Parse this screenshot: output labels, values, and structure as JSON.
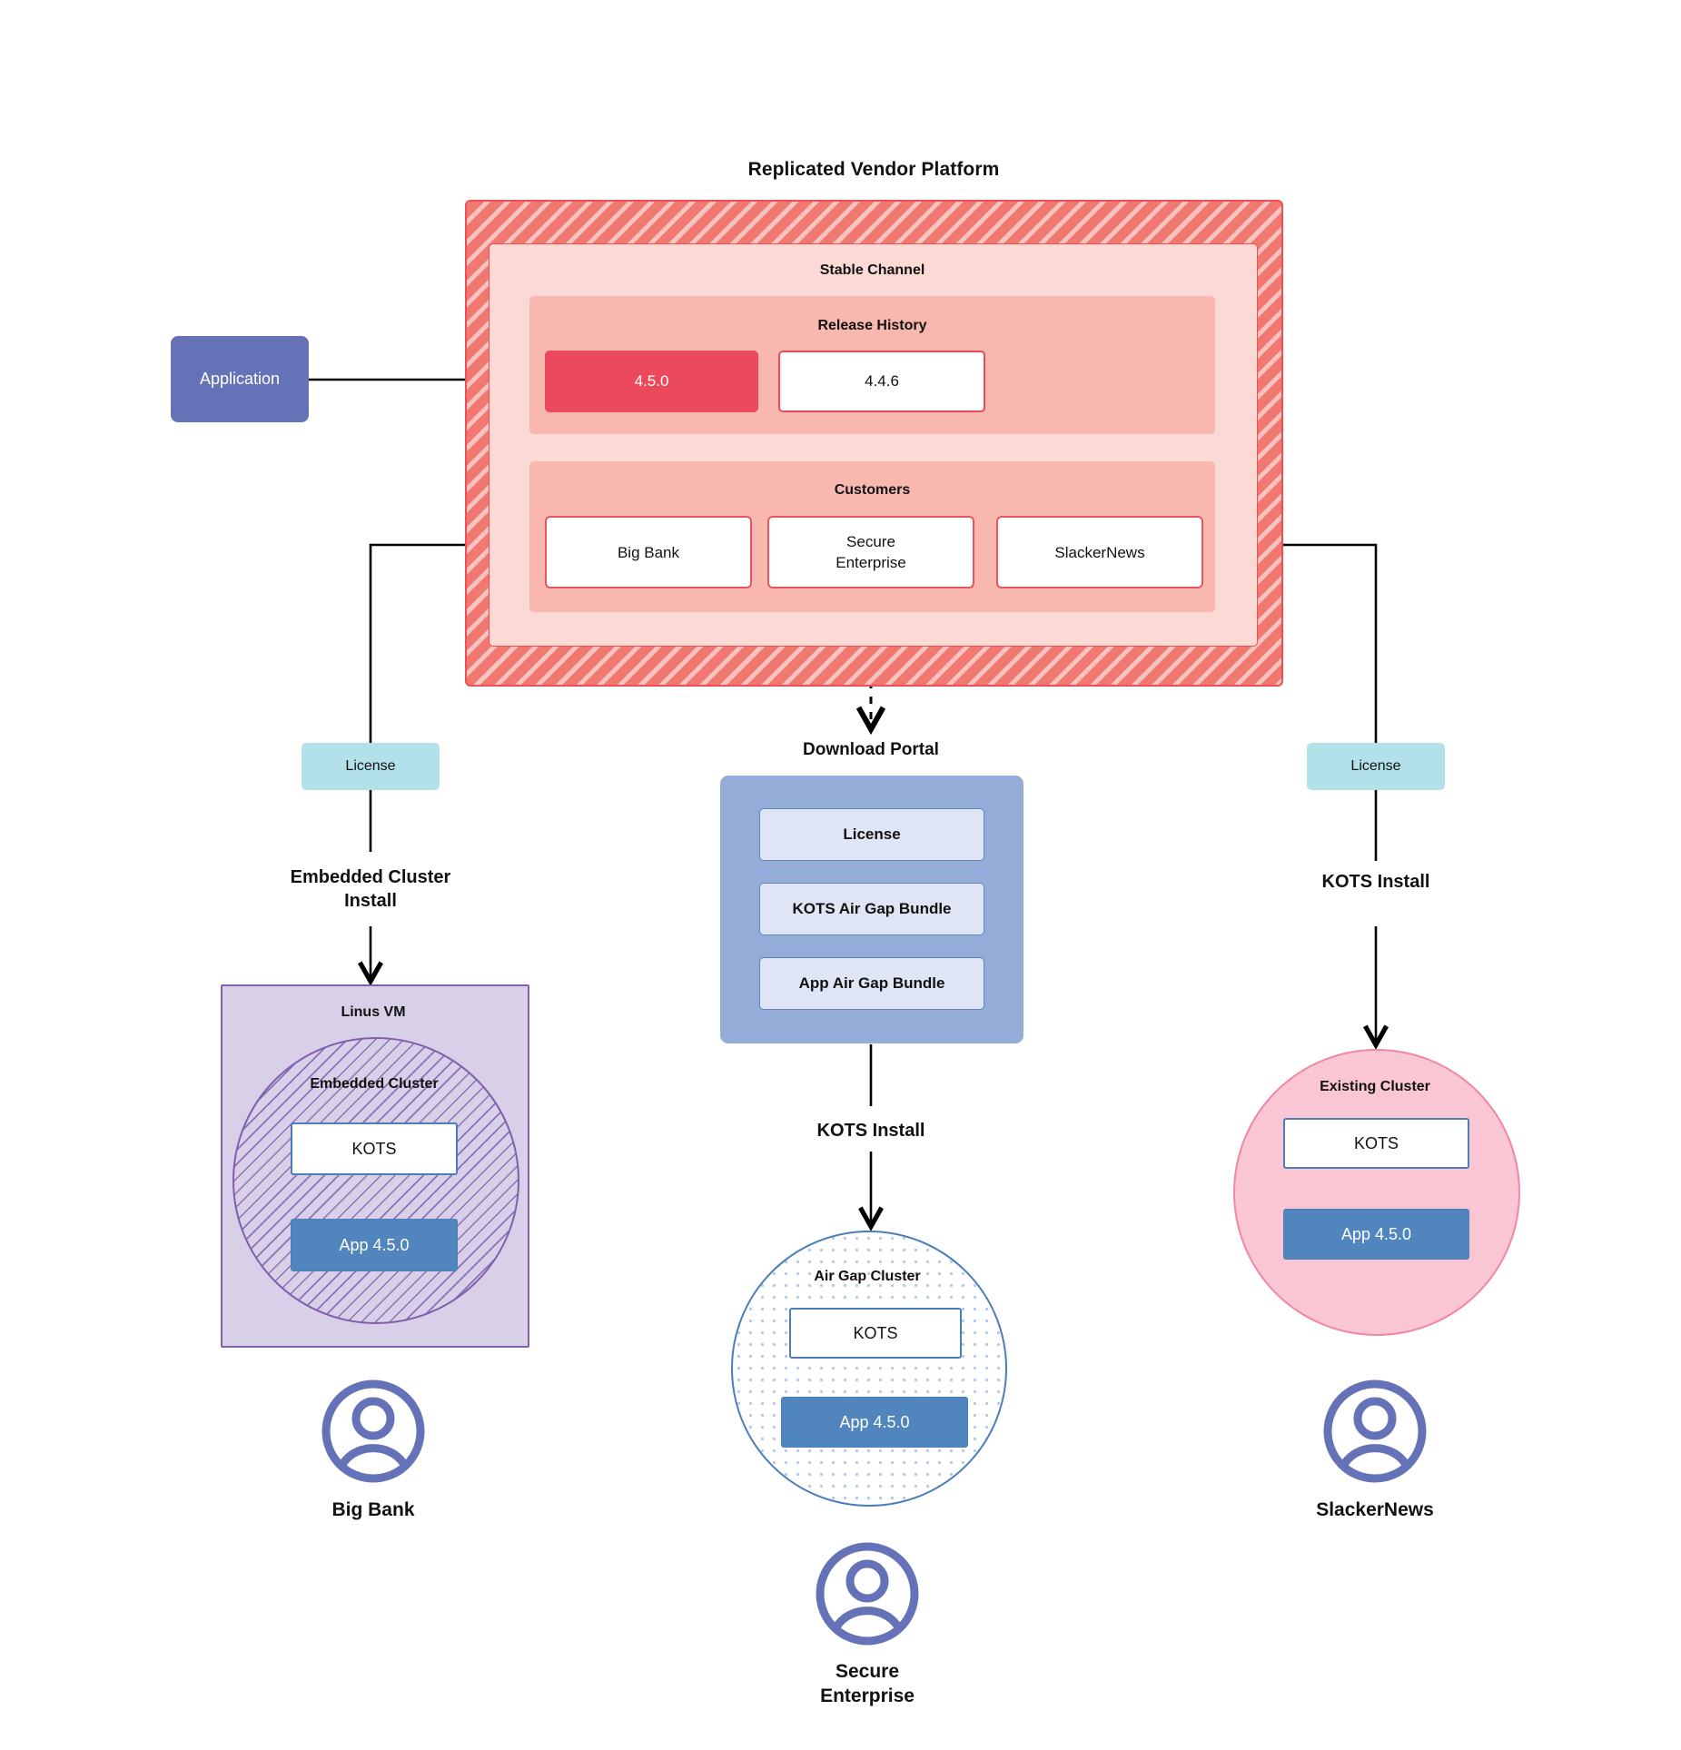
{
  "diagram": {
    "platform": {
      "title": "Replicated Vendor Platform",
      "channel_title": "Stable Channel",
      "release_history_title": "Release History",
      "releases": [
        {
          "version": "4.5.0",
          "state": "current"
        },
        {
          "version": "4.4.6",
          "state": "prior"
        }
      ],
      "customers_title": "Customers",
      "customers": [
        {
          "name": "Big Bank"
        },
        {
          "name": "Secure\nEnterprise"
        },
        {
          "name": "SlackerNews"
        }
      ]
    },
    "application_box": {
      "label": "Application"
    },
    "left_branch": {
      "license_label": "License",
      "install_label": "Embedded Cluster\nInstall",
      "vm_title": "Linus VM",
      "cluster_title": "Embedded Cluster",
      "kots_label": "KOTS",
      "app_label": "App 4.5.0",
      "persona": "Big Bank",
      "persona_icon": "user-avatar-icon"
    },
    "center_branch": {
      "portal_title": "Download  Portal",
      "portal_items": [
        {
          "label": "License"
        },
        {
          "label": "KOTS Air Gap Bundle"
        },
        {
          "label": "App Air Gap Bundle"
        }
      ],
      "install_label": "KOTS Install",
      "cluster_title": "Air Gap Cluster",
      "kots_label": "KOTS",
      "app_label": "App 4.5.0",
      "persona": "Secure\nEnterprise",
      "persona_icon": "user-avatar-icon"
    },
    "right_branch": {
      "license_label": "License",
      "install_label": "KOTS Install",
      "cluster_title": "Existing Cluster",
      "kots_label": "KOTS",
      "app_label": "App 4.5.0",
      "persona": "SlackerNews",
      "persona_icon": "user-avatar-icon"
    },
    "colors": {
      "platform_red": "#f07870",
      "platform_border": "#ef4f52",
      "channel_pink": "#fbdad5",
      "section_pink": "#f8b8b0",
      "release_current": "#ea4a5c",
      "customer_border": "#ea5461",
      "application_purple": "#6572b7",
      "license_cyan": "#b3e1ea",
      "portal_blue": "#93add8",
      "portal_item_blue": "#dfe5f4",
      "vm_purple": "#d8cfe8",
      "vm_border": "#7f60ad",
      "cluster_blue_border": "#4a7ebb",
      "existing_cluster_pink": "#fac6d3",
      "existing_cluster_border": "#f087a7",
      "app_blue": "#5185be",
      "avatar_purple": "#6572b7",
      "wire_black": "#000000"
    }
  }
}
